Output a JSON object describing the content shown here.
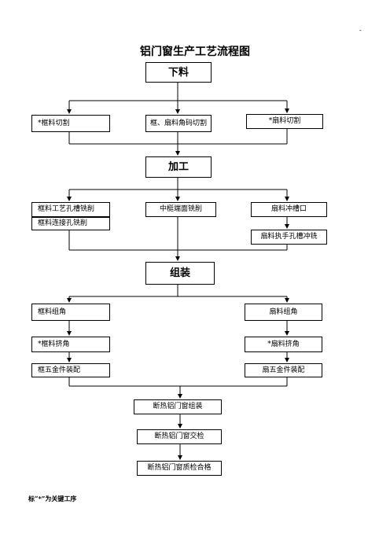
{
  "corner_mark": "-",
  "title": "铝门窗生产工艺流程图",
  "stages": {
    "cutting": "下料",
    "processing": "加工",
    "assembly": "组装"
  },
  "cutting_steps": {
    "frame_cut": "*框料切割",
    "corner_code_cut": "框、扇料角码切割",
    "sash_cut": "*扇料切割"
  },
  "processing_steps": {
    "frame_slot_milling": "框料工艺孔槽铣削",
    "frame_connect_hole_milling": "框料连接孔铣削",
    "mullion_end_milling": "中梃端面铣削",
    "sash_slot_punch": "扇料冲槽口",
    "sash_handle_hole_punch": "扇料执手孔槽冲铣"
  },
  "assembly_steps": {
    "frame_corner_assembly": "框料组角",
    "sash_corner_assembly": "扇料组角",
    "frame_corner_crimp": "*框料挤角",
    "sash_corner_crimp": "*扇料挤角",
    "frame_hardware": "框五金件装配",
    "sash_hardware": "扇五金件装配"
  },
  "final_steps": {
    "window_assembly": "断热铝门窗组装",
    "window_inspection": "断热铝门窗交检",
    "window_pass": "断热铝门窗质检合格"
  },
  "footnote": "标“*”为关键工序"
}
